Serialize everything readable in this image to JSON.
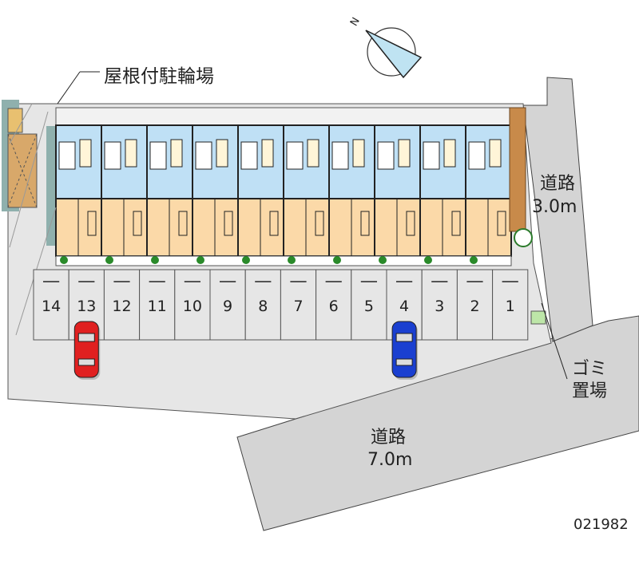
{
  "labels": {
    "bicycle_parking": "屋根付駐輪場",
    "side_road_name": "道路",
    "side_road_width": "3.0m",
    "front_road_name": "道路",
    "front_road_width": "7.0m",
    "garbage_line1": "ゴミ",
    "garbage_line2": "置場",
    "property_code": "021982",
    "compass_north": "N"
  },
  "parking_spaces": [
    "14",
    "13",
    "12",
    "11",
    "10",
    "9",
    "8",
    "7",
    "6",
    "5",
    "4",
    "3",
    "2",
    "1"
  ],
  "cars": [
    {
      "space": "13",
      "color": "#e02020"
    },
    {
      "space": "4",
      "color": "#1a3fd0"
    }
  ],
  "colors": {
    "road": "#d4d4d4",
    "lot": "#e6e6e6",
    "corridor": "#bfe0f5",
    "room": "#fbd9a8",
    "roof_shade": "#8fb0ad",
    "bike_shed": "#d8a86a",
    "wall": "#c88a4a"
  }
}
